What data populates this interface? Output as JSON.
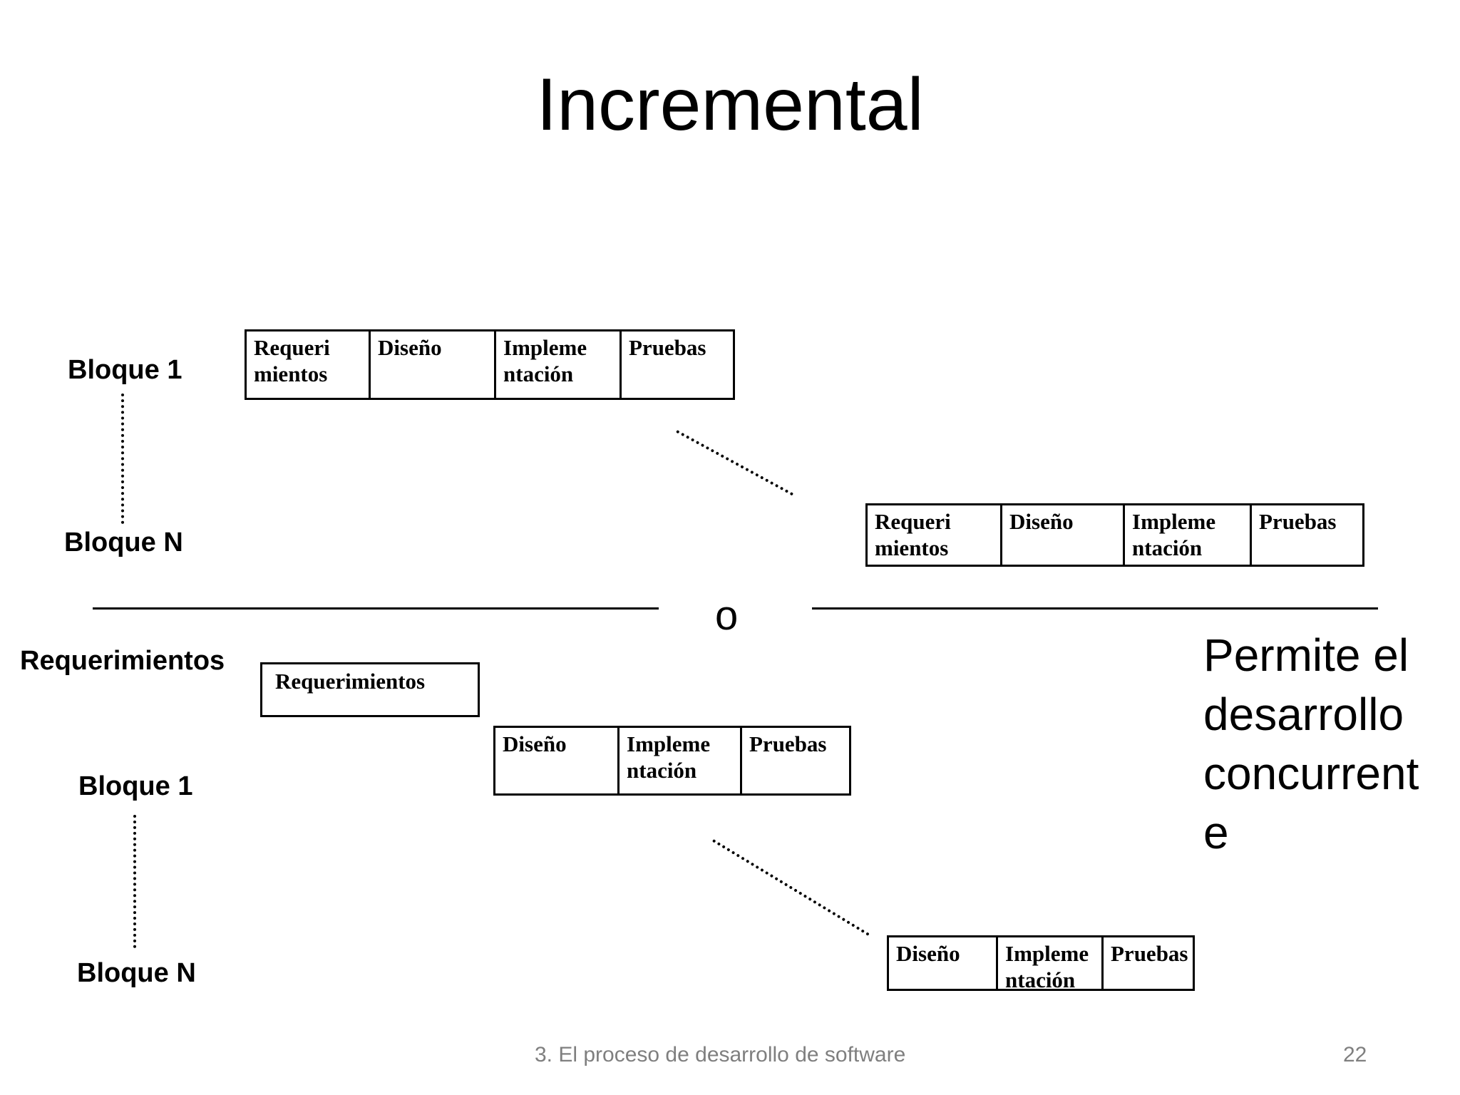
{
  "slide": {
    "title": "Incremental",
    "or_divider": "o",
    "side_note": "Permite el\ndesarrollo\nconcurrent\ne"
  },
  "top": {
    "bloque1_label": "Bloque 1",
    "bloqueN_label": "Bloque N",
    "table1": {
      "cells": [
        "Requeri\nmientos",
        "Diseño",
        "Impleme\nntación",
        "Pruebas"
      ]
    },
    "table2": {
      "cells": [
        "Requeri\nmientos",
        "Diseño",
        "Impleme\nntación",
        "Pruebas"
      ]
    }
  },
  "bottom": {
    "requerimientos_label": "Requerimientos",
    "requerimientos_box": "Requerimientos",
    "bloque1_label": "Bloque 1",
    "bloqueN_label": "Bloque N",
    "table3": {
      "cells": [
        "Diseño",
        "Impleme\nntación",
        "Pruebas"
      ]
    },
    "table4": {
      "cells": [
        "Diseño",
        "Impleme\nntación",
        "Pruebas"
      ]
    }
  },
  "footer": {
    "caption": "3. El proceso de desarrollo de software",
    "page_number": "22"
  },
  "colors": {
    "background": "#ffffff",
    "text": "#000000",
    "line": "#000000",
    "footer_text": "#7f7f7f"
  }
}
